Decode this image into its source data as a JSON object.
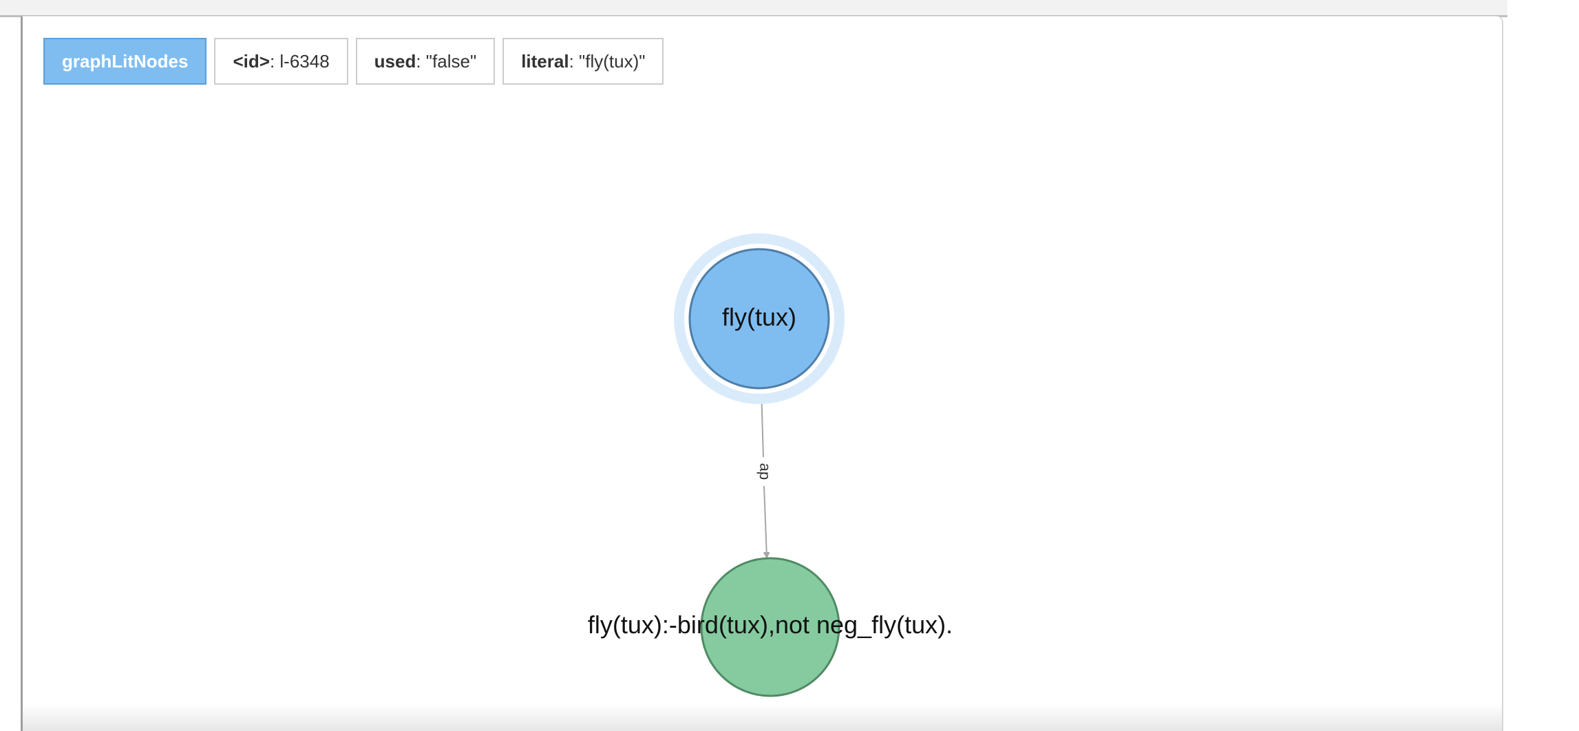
{
  "inspector": {
    "label": "graphLitNodes",
    "properties": [
      {
        "key": "<id>",
        "value": ": l-6348"
      },
      {
        "key": "used",
        "value": ": \"false\""
      },
      {
        "key": "literal",
        "value": ": \"fly(tux)\""
      }
    ]
  },
  "graph": {
    "nodes": [
      {
        "caption": "fly(tux)",
        "type": "literal",
        "color": "#7fbdf1",
        "stroke": "#4f7ea8",
        "selected": true
      },
      {
        "caption": "fly(tux):-bird(tux),not neg_fly(tux).",
        "type": "rule",
        "color": "#86cba0",
        "stroke": "#4f8a64",
        "selected": false
      }
    ],
    "edges": [
      {
        "caption": "ap"
      }
    ]
  },
  "colors": {
    "selection_halo": "#d9ebfb",
    "edge": "#a5a5a5"
  }
}
